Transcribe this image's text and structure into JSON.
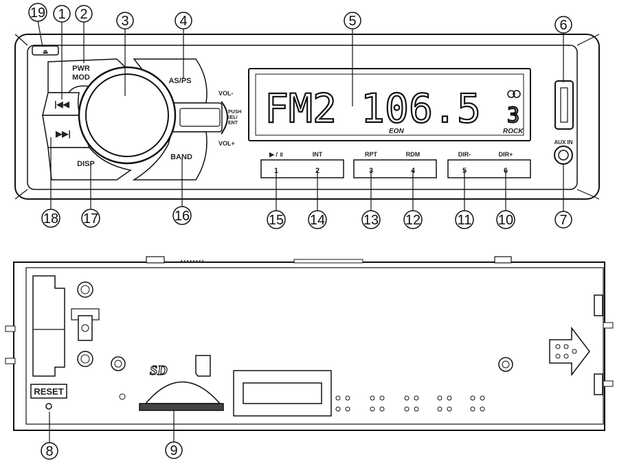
{
  "callouts": [
    "1",
    "2",
    "3",
    "4",
    "5",
    "6",
    "7",
    "8",
    "9",
    "10",
    "11",
    "12",
    "13",
    "14",
    "15",
    "16",
    "17",
    "18",
    "19"
  ],
  "front": {
    "pwr_mod": [
      "PWR",
      "MOD"
    ],
    "prev_icon": "|◀◀",
    "next_icon": "▶▶|",
    "as_ps": "AS/PS",
    "vol_minus": "VOL-",
    "vol_plus": "VOL+",
    "push_sel_ent": [
      "PUSH",
      "SEL/",
      "ENT"
    ],
    "disp": "DISP",
    "band": "BAND",
    "aux_in": "AUX IN",
    "display": {
      "text": "FM2 106.5",
      "eon": "EON",
      "rock": "ROCK",
      "channel": "3"
    },
    "presets": [
      {
        "top": "▶ / ॥",
        "num": "1"
      },
      {
        "top": "INT",
        "num": "2"
      },
      {
        "top": "RPT",
        "num": "3"
      },
      {
        "top": "RDM",
        "num": "4"
      },
      {
        "top": "DIR-",
        "num": "5"
      },
      {
        "top": "DIR+",
        "num": "6"
      }
    ]
  },
  "back": {
    "reset": "RESET",
    "sd": "SD"
  }
}
